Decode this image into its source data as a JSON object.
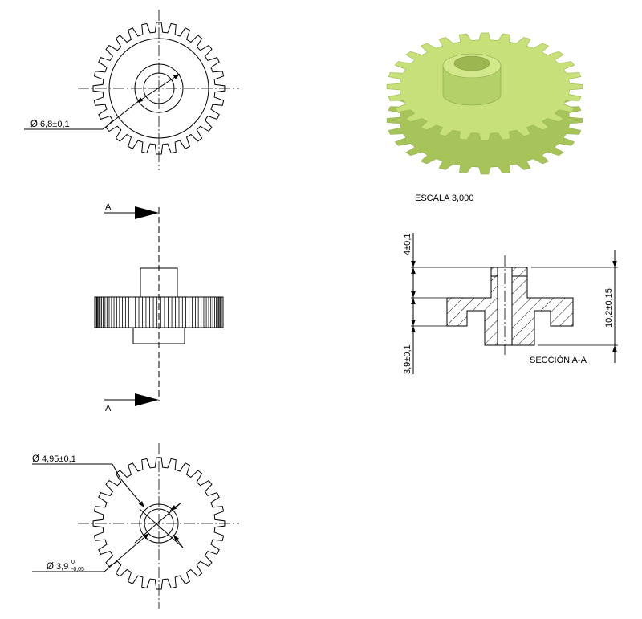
{
  "drawing": {
    "top_view_dimension": "6,8±0,1",
    "section_marker_top": "A",
    "section_marker_bottom": "A",
    "bottom_view_dimension_outer": "4,95±0,1",
    "bottom_view_dimension_inner_main": "3,9",
    "bottom_view_dimension_inner_upper_tol": "0",
    "bottom_view_dimension_inner_lower_tol": "-0,05",
    "iso_view_caption": "ESCALA 3,000",
    "section_caption": "SECCIÓN A-A",
    "section_dim_top": "4±0,1",
    "section_dim_bottom": "3,9±0,1",
    "section_dim_total": "10,2±0,15",
    "diameter_symbol": "Ø",
    "gear_color": "#c8e07a",
    "gear_shadow_color": "#a6c45a"
  }
}
